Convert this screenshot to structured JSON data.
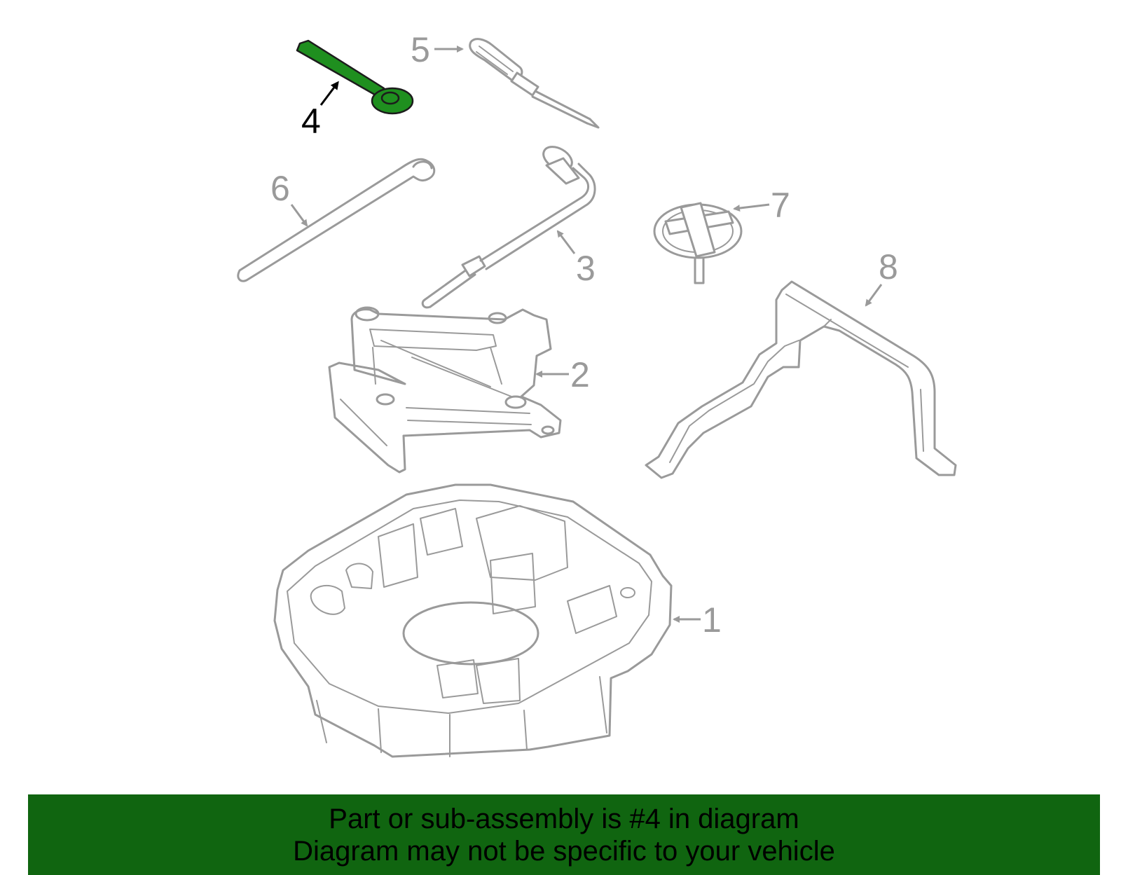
{
  "diagram": {
    "callouts": [
      {
        "number": "1"
      },
      {
        "number": "2"
      },
      {
        "number": "3"
      },
      {
        "number": "4",
        "highlighted": true
      },
      {
        "number": "5"
      },
      {
        "number": "6"
      },
      {
        "number": "7"
      },
      {
        "number": "8"
      }
    ],
    "colors": {
      "line_art": "#9a9a9a",
      "highlight_fill": "#1f8f1f",
      "banner_background": "#106510",
      "text": "#000000"
    }
  },
  "banner": {
    "line1": "Part or sub-assembly is #4 in diagram",
    "line2": "Diagram may not be specific to your vehicle"
  }
}
